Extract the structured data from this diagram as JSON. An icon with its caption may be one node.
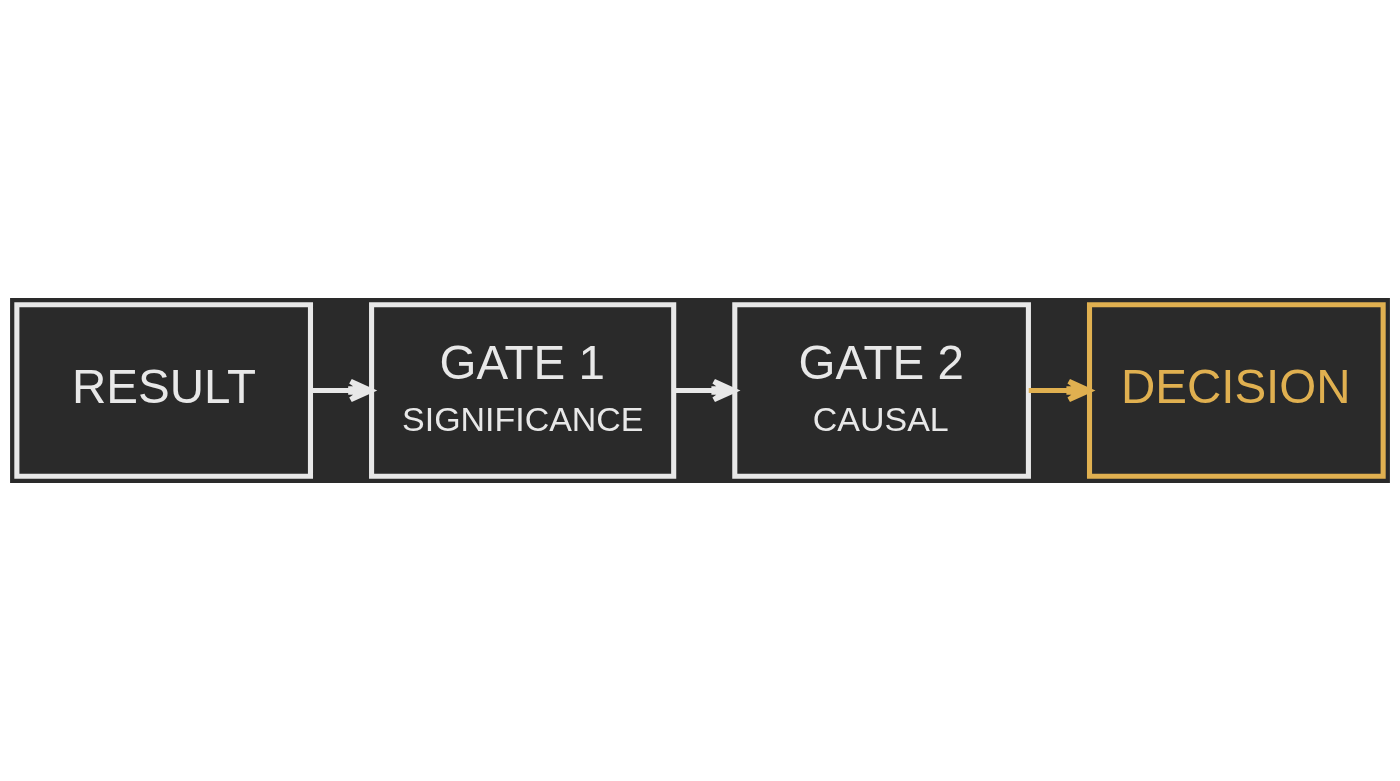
{
  "diagram": {
    "nodes": [
      {
        "text": [
          "RESULT"
        ]
      },
      {
        "text": [
          "GATE 1",
          "SIGNIFICANCE"
        ]
      },
      {
        "text": [
          "GATE 2",
          "CAUSAL"
        ]
      },
      {
        "text": [
          "DECISION"
        ]
      }
    ],
    "edges": [
      {
        "from": 0,
        "to": 1,
        "arrow": "to"
      },
      {
        "from": 1,
        "to": 2,
        "arrow": "to"
      },
      {
        "from": 2,
        "to": 3,
        "arrow": "to",
        "color": "#e0b050"
      }
    ]
  }
}
